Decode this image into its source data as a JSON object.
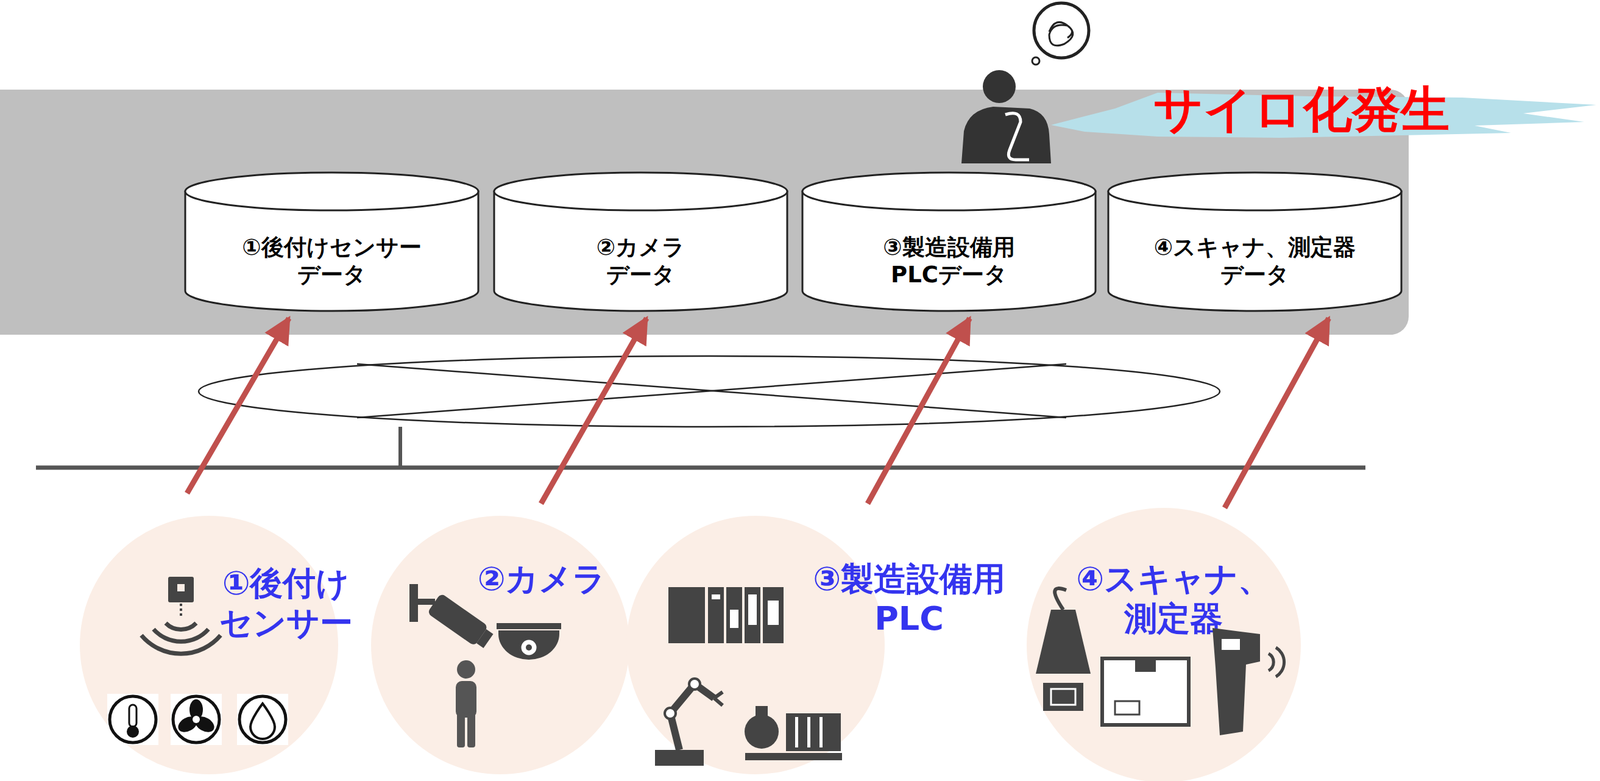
{
  "diagram": {
    "nodes": [
      {
        "text": [
          "①後付けセンサー データ"
        ]
      },
      {
        "text": [
          "②カメラ データ"
        ]
      },
      {
        "text": [
          "③製造設備用 PLCデータ"
        ]
      },
      {
        "text": [
          "④スキャナ、測定器 データ"
        ]
      },
      {
        "text": [
          "①後付け センサー"
        ]
      },
      {
        "text": [
          "②カメラ"
        ]
      },
      {
        "text": [
          "③製造設備用 PLC"
        ]
      },
      {
        "text": [
          "④スキャナ、 測定器"
        ]
      }
    ],
    "edges": [
      {
        "from": 4,
        "to": 0,
        "arrow": "to"
      },
      {
        "from": 5,
        "to": 1,
        "arrow": "to"
      },
      {
        "from": 6,
        "to": 2,
        "arrow": "to"
      },
      {
        "from": 7,
        "to": 3,
        "arrow": "to"
      }
    ],
    "labels": [
      "サイロ化発生"
    ]
  }
}
